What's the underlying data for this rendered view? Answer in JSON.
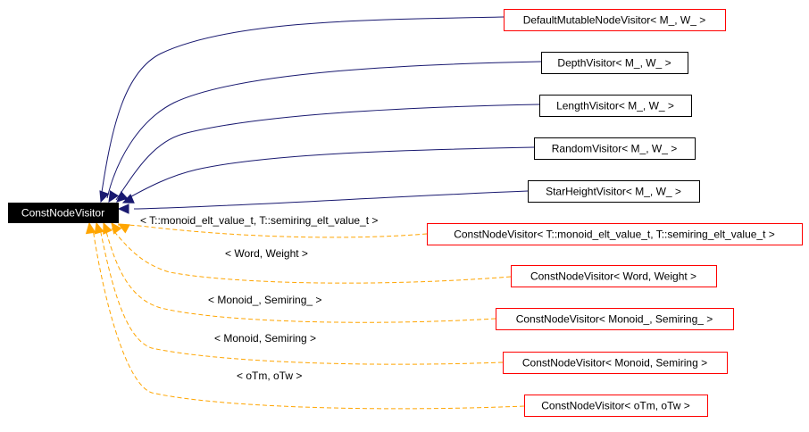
{
  "colors": {
    "inherit_edge": "#191970",
    "template_edge": "#ffa500",
    "red_border": "#ff0000",
    "black_border": "#000000",
    "root_fill": "#000000",
    "root_text": "#ffffff"
  },
  "diagram": {
    "root": {
      "label": "ConstNodeVisitor"
    },
    "derived": [
      {
        "label": "DefaultMutableNodeVisitor< M_, W_ >",
        "border": "red"
      },
      {
        "label": "DepthVisitor< M_, W_ >",
        "border": "black"
      },
      {
        "label": "LengthVisitor< M_, W_ >",
        "border": "black"
      },
      {
        "label": "RandomVisitor< M_, W_ >",
        "border": "black"
      },
      {
        "label": "StarHeightVisitor< M_, W_ >",
        "border": "black"
      }
    ],
    "instances": [
      {
        "label": "ConstNodeVisitor< T::monoid_elt_value_t, T::semiring_elt_value_t >",
        "edge_label": "< T::monoid_elt_value_t, T::semiring_elt_value_t >"
      },
      {
        "label": "ConstNodeVisitor< Word, Weight >",
        "edge_label": "< Word, Weight >"
      },
      {
        "label": "ConstNodeVisitor< Monoid_, Semiring_ >",
        "edge_label": "< Monoid_, Semiring_ >"
      },
      {
        "label": "ConstNodeVisitor< Monoid, Semiring >",
        "edge_label": "< Monoid, Semiring >"
      },
      {
        "label": "ConstNodeVisitor< oTm, oTw >",
        "edge_label": "< oTm, oTw >"
      }
    ]
  }
}
